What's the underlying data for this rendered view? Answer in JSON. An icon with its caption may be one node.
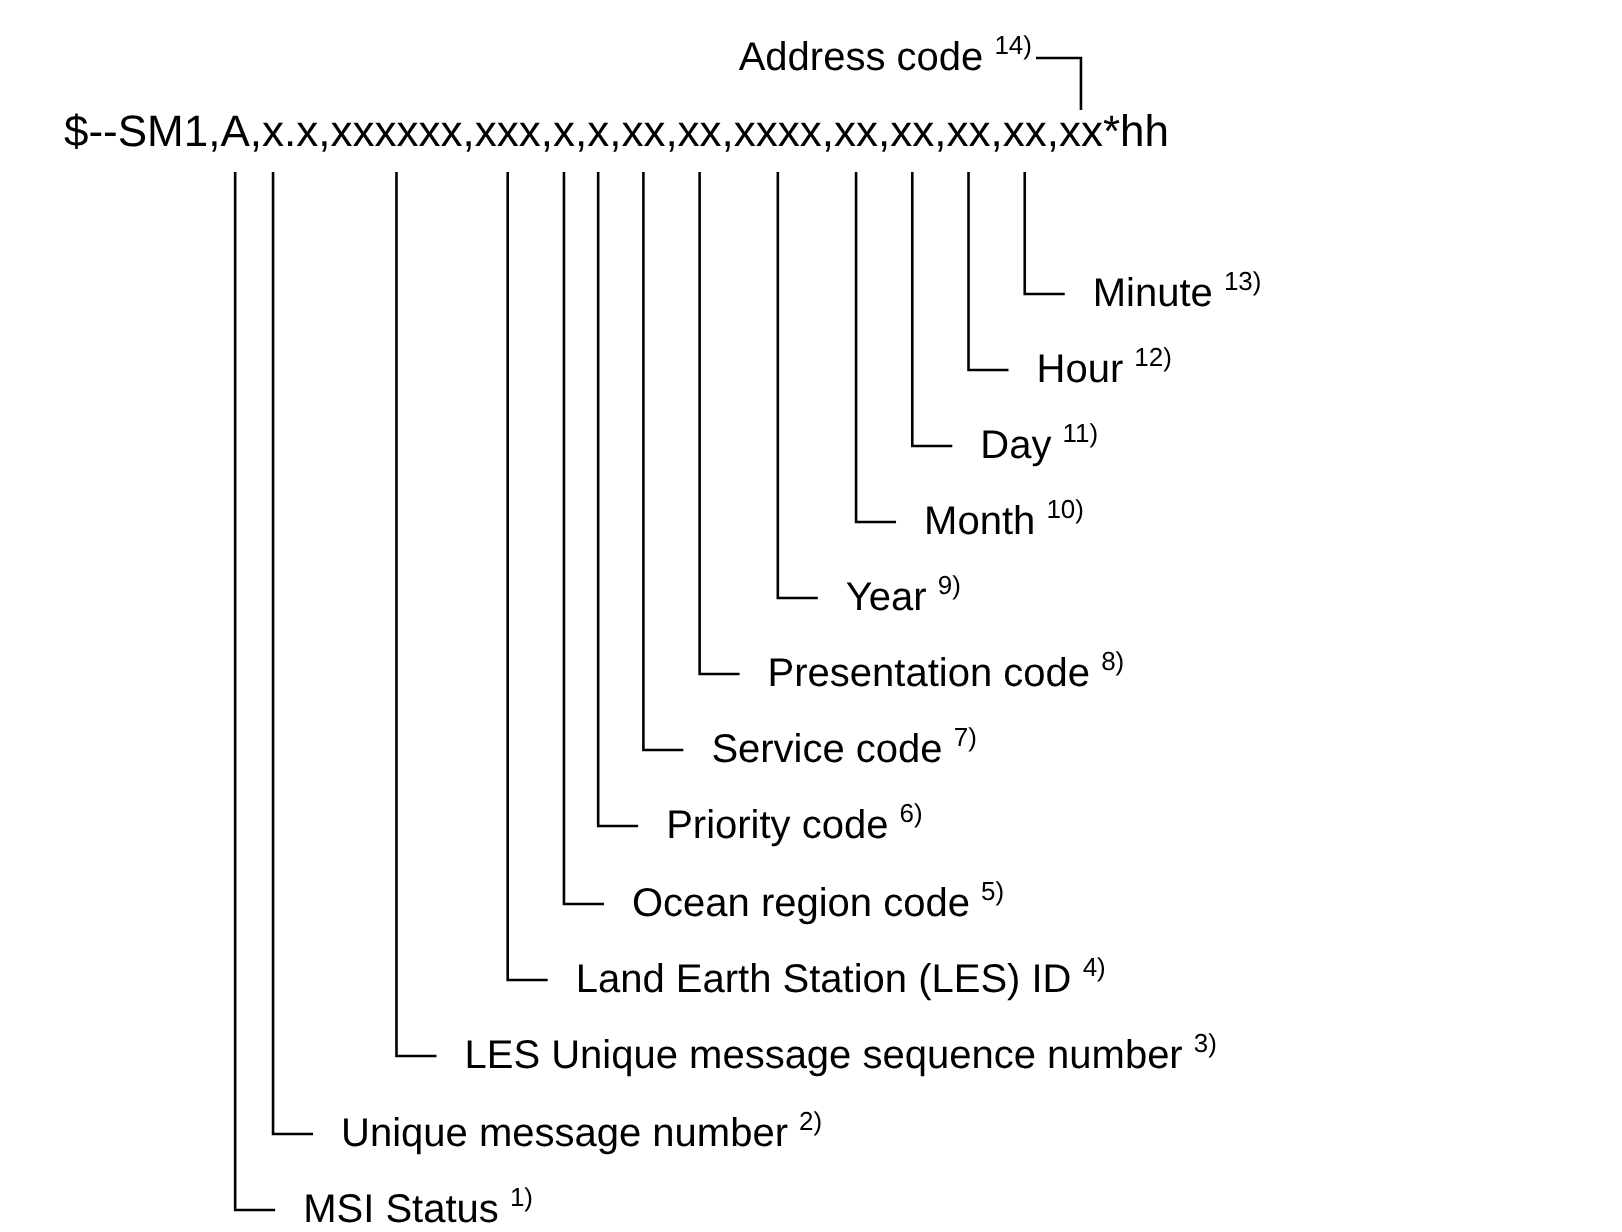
{
  "diagram": {
    "nodes": [
      {
        "text": [
          "Address code $^{14)}$"
        ]
      },
      {
        "text": [
          "$--SM1,A,x.x,xxxxxx,xxx,x,x,xx,xx,xxxx,xx,xx,xx,xx,xx*hh"
        ]
      },
      {
        "text": [
          "Minute $^{13)}$"
        ]
      },
      {
        "text": [
          "Hour $^{12)}$"
        ]
      },
      {
        "text": [
          "Day $^{11)}$"
        ]
      },
      {
        "text": [
          "Month $^{10)}$"
        ]
      },
      {
        "text": [
          "Year $^{9)}$"
        ]
      },
      {
        "text": [
          "Presentation code $^{8)}$"
        ]
      },
      {
        "text": [
          "Service code $^{7)}$"
        ]
      },
      {
        "text": [
          "Priority code $^{6)}$"
        ]
      },
      {
        "text": [
          "Ocean region code $^{5)}$"
        ]
      },
      {
        "text": [
          "Land Earth Station (LES) ID $^{4)}$"
        ]
      },
      {
        "text": [
          "LES Unique message sequence number $^{3)}$"
        ]
      },
      {
        "text": [
          "Unique message number $^{2)}$"
        ]
      },
      {
        "text": [
          "MSI Status $^{1)}$"
        ]
      }
    ],
    "edges": [
      {
        "from": 0,
        "to": 1,
        "arrow": "none"
      },
      {
        "from": 2,
        "to": 1,
        "arrow": "none"
      },
      {
        "from": 3,
        "to": 1,
        "arrow": "none"
      },
      {
        "from": 4,
        "to": 1,
        "arrow": "none"
      },
      {
        "from": 5,
        "to": 1,
        "arrow": "none"
      },
      {
        "from": 6,
        "to": 1,
        "arrow": "none"
      },
      {
        "from": 7,
        "to": 1,
        "arrow": "none"
      },
      {
        "from": 8,
        "to": 1,
        "arrow": "none"
      },
      {
        "from": 9,
        "to": 1,
        "arrow": "none"
      },
      {
        "from": 10,
        "to": 1,
        "arrow": "none"
      },
      {
        "from": 11,
        "to": 1,
        "arrow": "none"
      },
      {
        "from": 12,
        "to": 1,
        "arrow": "none"
      },
      {
        "from": 13,
        "to": 1,
        "arrow": "none"
      },
      {
        "from": 14,
        "to": 1,
        "arrow": "none"
      }
    ]
  }
}
